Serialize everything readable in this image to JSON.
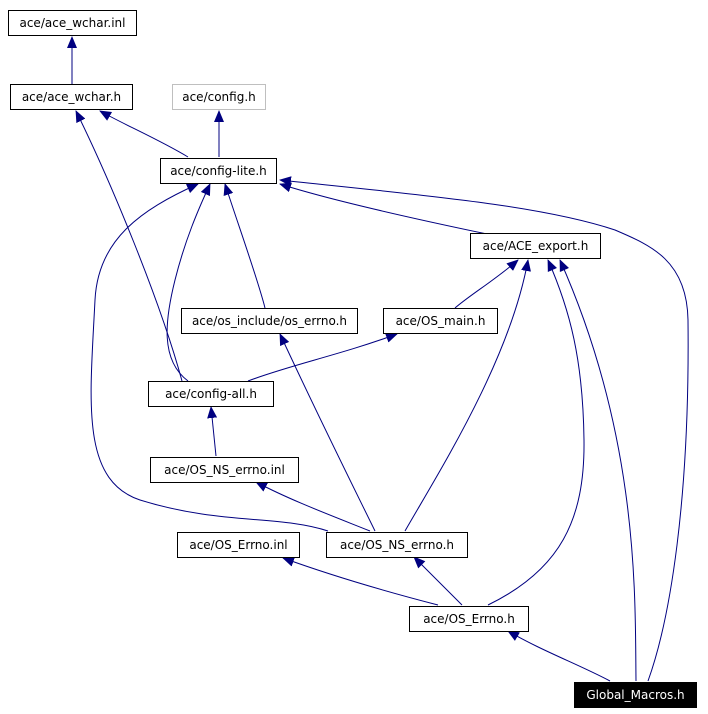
{
  "diagram": {
    "colors": {
      "edge": "#000080",
      "node_border": "#000000",
      "ghost_border": "#bfbfbf",
      "current_fill": "#000000",
      "current_text": "#ffffff"
    },
    "nodes": {
      "ace_wchar_inl": "ace/ace_wchar.inl",
      "ace_wchar_h": "ace/ace_wchar.h",
      "config_h": "ace/config.h",
      "config_lite_h": "ace/config-lite.h",
      "ace_export_h": "ace/ACE_export.h",
      "os_include_os_errno_h": "ace/os_include/os_errno.h",
      "os_main_h": "ace/OS_main.h",
      "config_all_h": "ace/config-all.h",
      "os_ns_errno_inl": "ace/OS_NS_errno.inl",
      "os_errno_inl": "ace/OS_Errno.inl",
      "os_ns_errno_h": "ace/OS_NS_errno.h",
      "os_errno_h": "ace/OS_Errno.h",
      "global_macros_h": "Global_Macros.h"
    },
    "edges": [
      [
        "ace_wchar_h",
        "ace_wchar_inl"
      ],
      [
        "config_lite_h",
        "ace_wchar_h"
      ],
      [
        "config_lite_h",
        "config_h"
      ],
      [
        "config_all_h",
        "ace_wchar_h"
      ],
      [
        "config_all_h",
        "config_lite_h"
      ],
      [
        "os_include_os_errno_h",
        "config_lite_h"
      ],
      [
        "ace_export_h",
        "config_lite_h"
      ],
      [
        "os_ns_errno_h",
        "config_lite_h"
      ],
      [
        "global_macros_h",
        "config_lite_h"
      ],
      [
        "os_main_h",
        "ace_export_h"
      ],
      [
        "os_ns_errno_h",
        "ace_export_h"
      ],
      [
        "os_errno_h",
        "ace_export_h"
      ],
      [
        "global_macros_h",
        "ace_export_h"
      ],
      [
        "config_all_h",
        "os_main_h"
      ],
      [
        "os_ns_errno_h",
        "os_include_os_errno_h"
      ],
      [
        "os_ns_errno_inl",
        "config_all_h"
      ],
      [
        "os_ns_errno_h",
        "os_ns_errno_inl"
      ],
      [
        "os_errno_h",
        "os_errno_inl"
      ],
      [
        "os_errno_h",
        "os_ns_errno_h"
      ],
      [
        "global_macros_h",
        "os_errno_h"
      ]
    ]
  }
}
